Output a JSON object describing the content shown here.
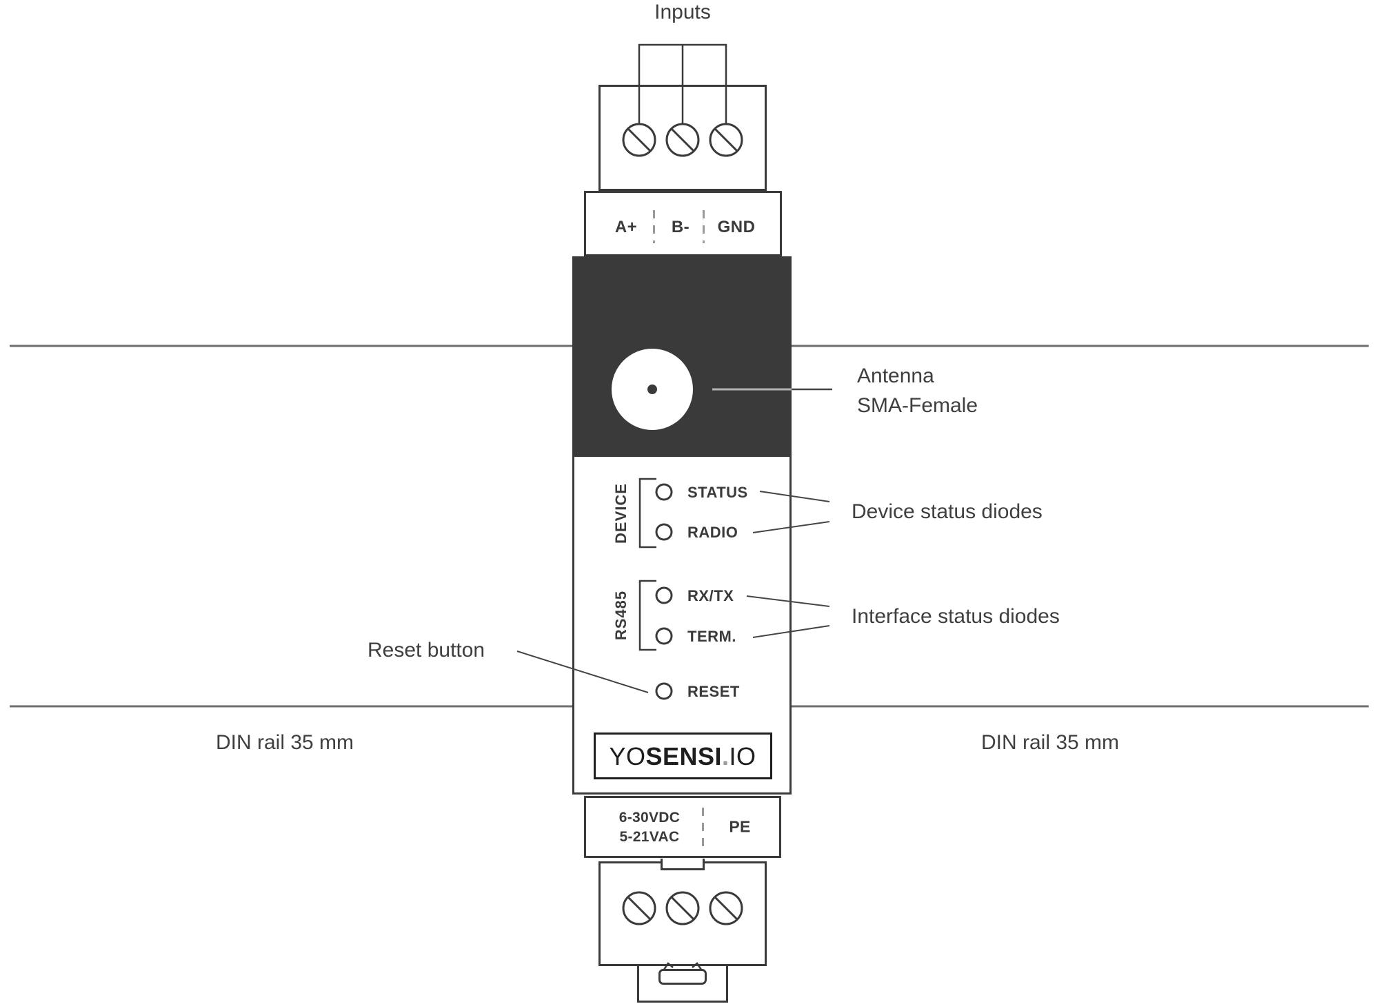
{
  "device": {
    "inputs_label": "Inputs",
    "top_terminals": [
      "A+",
      "B-",
      "GND"
    ],
    "led_groups": [
      {
        "group": "DEVICE",
        "leds": [
          "STATUS",
          "RADIO"
        ]
      },
      {
        "group": "RS485",
        "leds": [
          "RX/TX",
          "TERM."
        ]
      }
    ],
    "reset_label": "RESET",
    "logo": {
      "yo": "YO",
      "sensi": "SENSI",
      "dot": ".",
      "io": "IO"
    },
    "power": {
      "dc": "6-30VDC",
      "ac": "5-21VAC",
      "pe": "PE"
    }
  },
  "annotations": {
    "antenna_line1": "Antenna",
    "antenna_line2": "SMA-Female",
    "device_status": "Device status diodes",
    "interface_status": "Interface status diodes",
    "reset_button": "Reset button",
    "din_left": "DIN rail 35 mm",
    "din_right": "DIN rail 35 mm"
  },
  "colors": {
    "outline": "#3a3a3a",
    "dark_panel": "#3a3a3a",
    "din_line": "#6e6e6e",
    "dash_separator": "#9a9a9a",
    "logo_dot": "#9a9a9a",
    "annotation_text": "#3f3f3f"
  }
}
